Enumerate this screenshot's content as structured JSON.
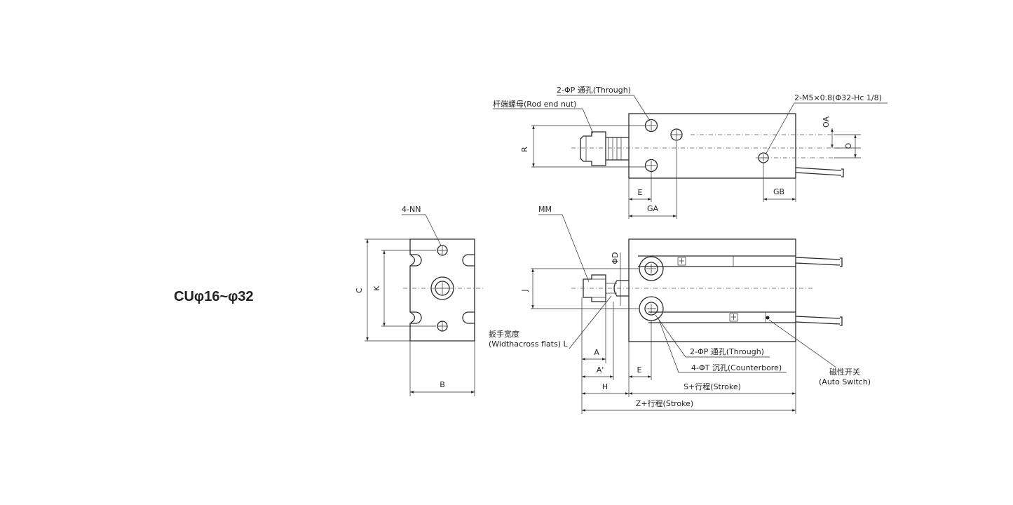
{
  "title": "CUφ16~φ32",
  "labels": {
    "through_top": "2-ΦP 通孔(Through)",
    "rod_end_nut": "杆端螺母(Rod end nut)",
    "port": "2-M5×0.8(Φ32-Hc 1/8)",
    "R": "R",
    "OA": "OA",
    "O": "O",
    "E_top": "E",
    "GA": "GA",
    "GB": "GB",
    "NN": "4-NN",
    "MM": "MM",
    "C": "C",
    "K": "K",
    "B": "B",
    "J": "J",
    "D": "ΦD",
    "wrench_cn": "扳手宽度",
    "wrench_en": "(Widthacross flats) L",
    "A": "A",
    "A_prime": "A'",
    "E_side": "E",
    "H": "H",
    "through_side": "2-ΦP 通孔(Through)",
    "counterbore": "4-ΦT 沉孔(Counterbore)",
    "auto_switch_cn": "磁性开关",
    "auto_switch_en": "(Auto Switch)",
    "S_stroke": "S+行程(Stroke)",
    "Z_stroke": "Z+行程(Stroke)"
  }
}
